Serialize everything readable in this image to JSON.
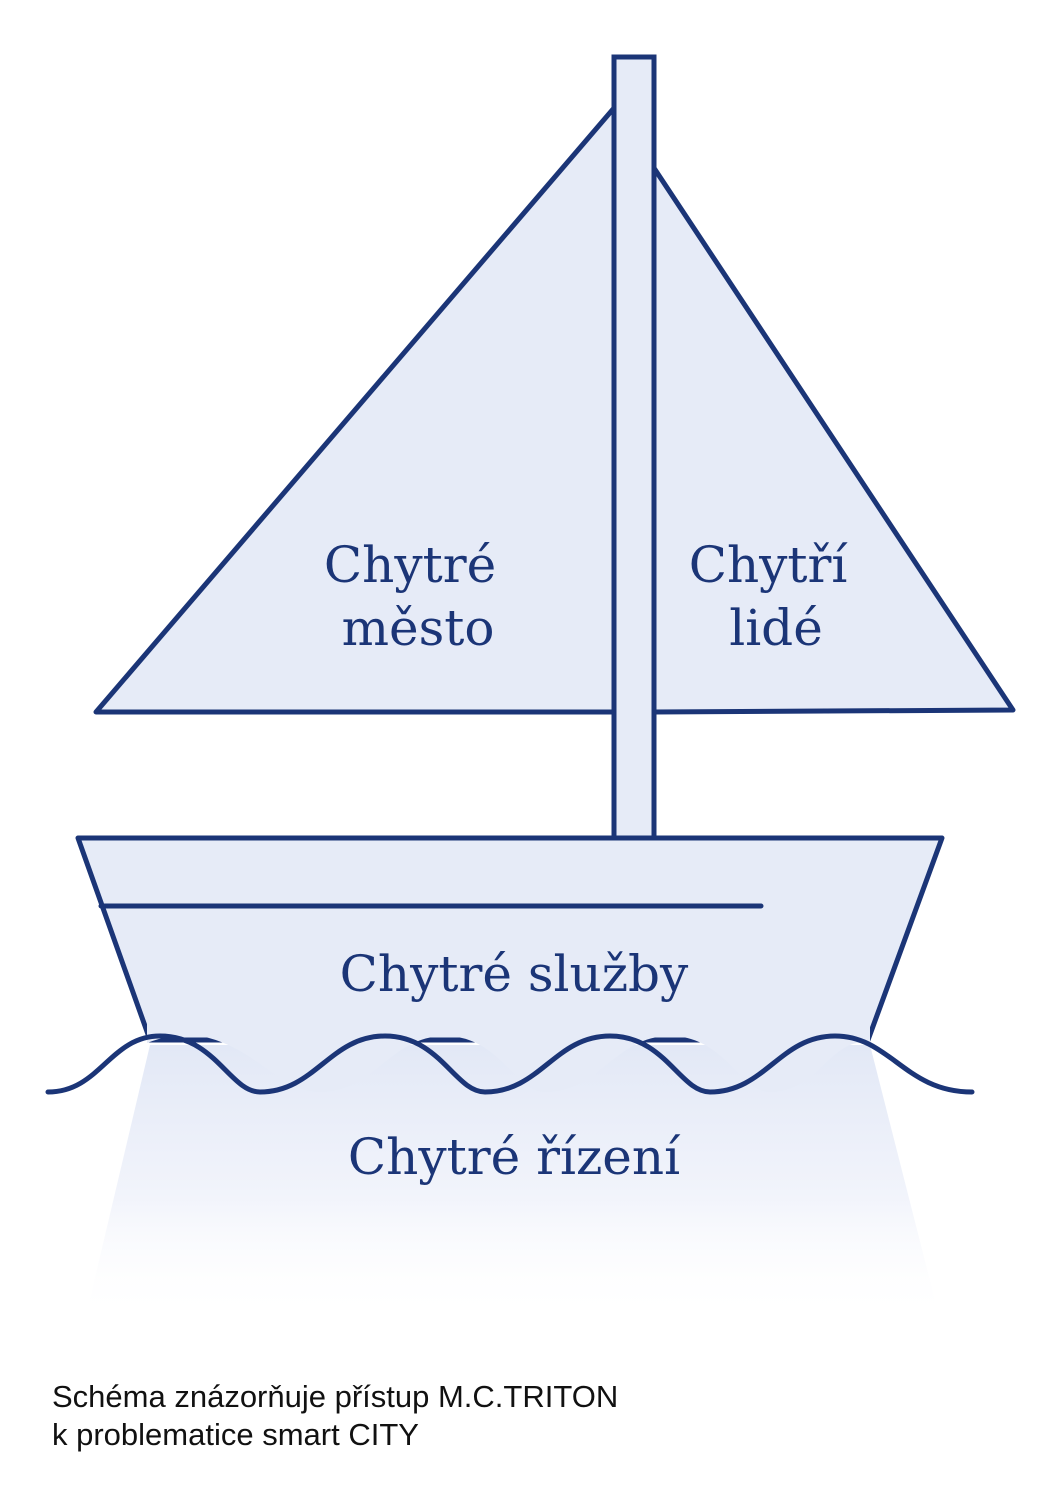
{
  "colors": {
    "stroke": "#1b3577",
    "fill": "#e6ebf7",
    "text": "#1b3577",
    "caption": "#111111"
  },
  "labels": {
    "left_sail": [
      "Chytré",
      "město"
    ],
    "right_sail": [
      "Chytří",
      "lidé"
    ],
    "hull": "Chytré služby",
    "water": "Chytré řízení"
  },
  "caption": {
    "line1": "Schéma znázorňuje přístup M.C.TRITON",
    "line2": "k problematice smart CITY"
  }
}
